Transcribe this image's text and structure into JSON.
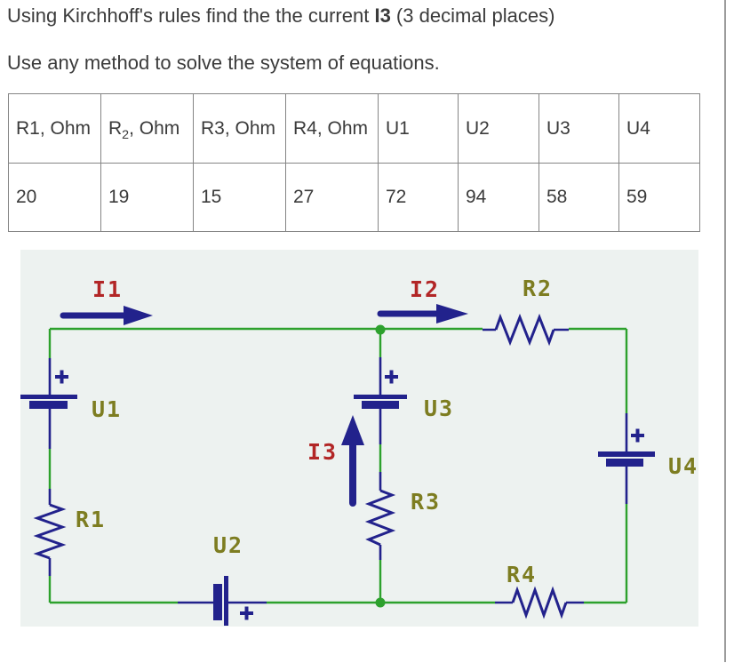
{
  "header": {
    "title_pre": "Using Kirchhoff's rules find the the current ",
    "title_bold": "I3",
    "title_post": " (3 decimal places)",
    "subtitle": "Use any method to solve the system of equations."
  },
  "table": {
    "headers": [
      {
        "pre": "R1, Ohm",
        "sub": "",
        "post": ""
      },
      {
        "pre": "R",
        "sub": "2",
        "post": ", Ohm"
      },
      {
        "pre": "R3, Ohm",
        "sub": "",
        "post": ""
      },
      {
        "pre": "R4, Ohm",
        "sub": "",
        "post": ""
      },
      {
        "pre": "U1",
        "sub": "",
        "post": ""
      },
      {
        "pre": "U2",
        "sub": "",
        "post": ""
      },
      {
        "pre": "U3",
        "sub": "",
        "post": ""
      },
      {
        "pre": "U4",
        "sub": "",
        "post": ""
      }
    ],
    "values": [
      "20",
      "19",
      "15",
      "27",
      "72",
      "94",
      "58",
      "59"
    ]
  },
  "circuit": {
    "labels": {
      "i1": "I1",
      "i2": "I2",
      "i3": "I3",
      "r1": "R1",
      "r2": "R2",
      "r3": "R3",
      "r4": "R4",
      "u1": "U1",
      "u2": "U2",
      "u3": "U3",
      "u4": "U4"
    },
    "colors": {
      "wire_green": "#2da12d",
      "symbol_navy": "#22228c",
      "current_red": "#b22626",
      "label_olive": "#7d7d21",
      "panel_bg": "#edf2f0"
    }
  }
}
